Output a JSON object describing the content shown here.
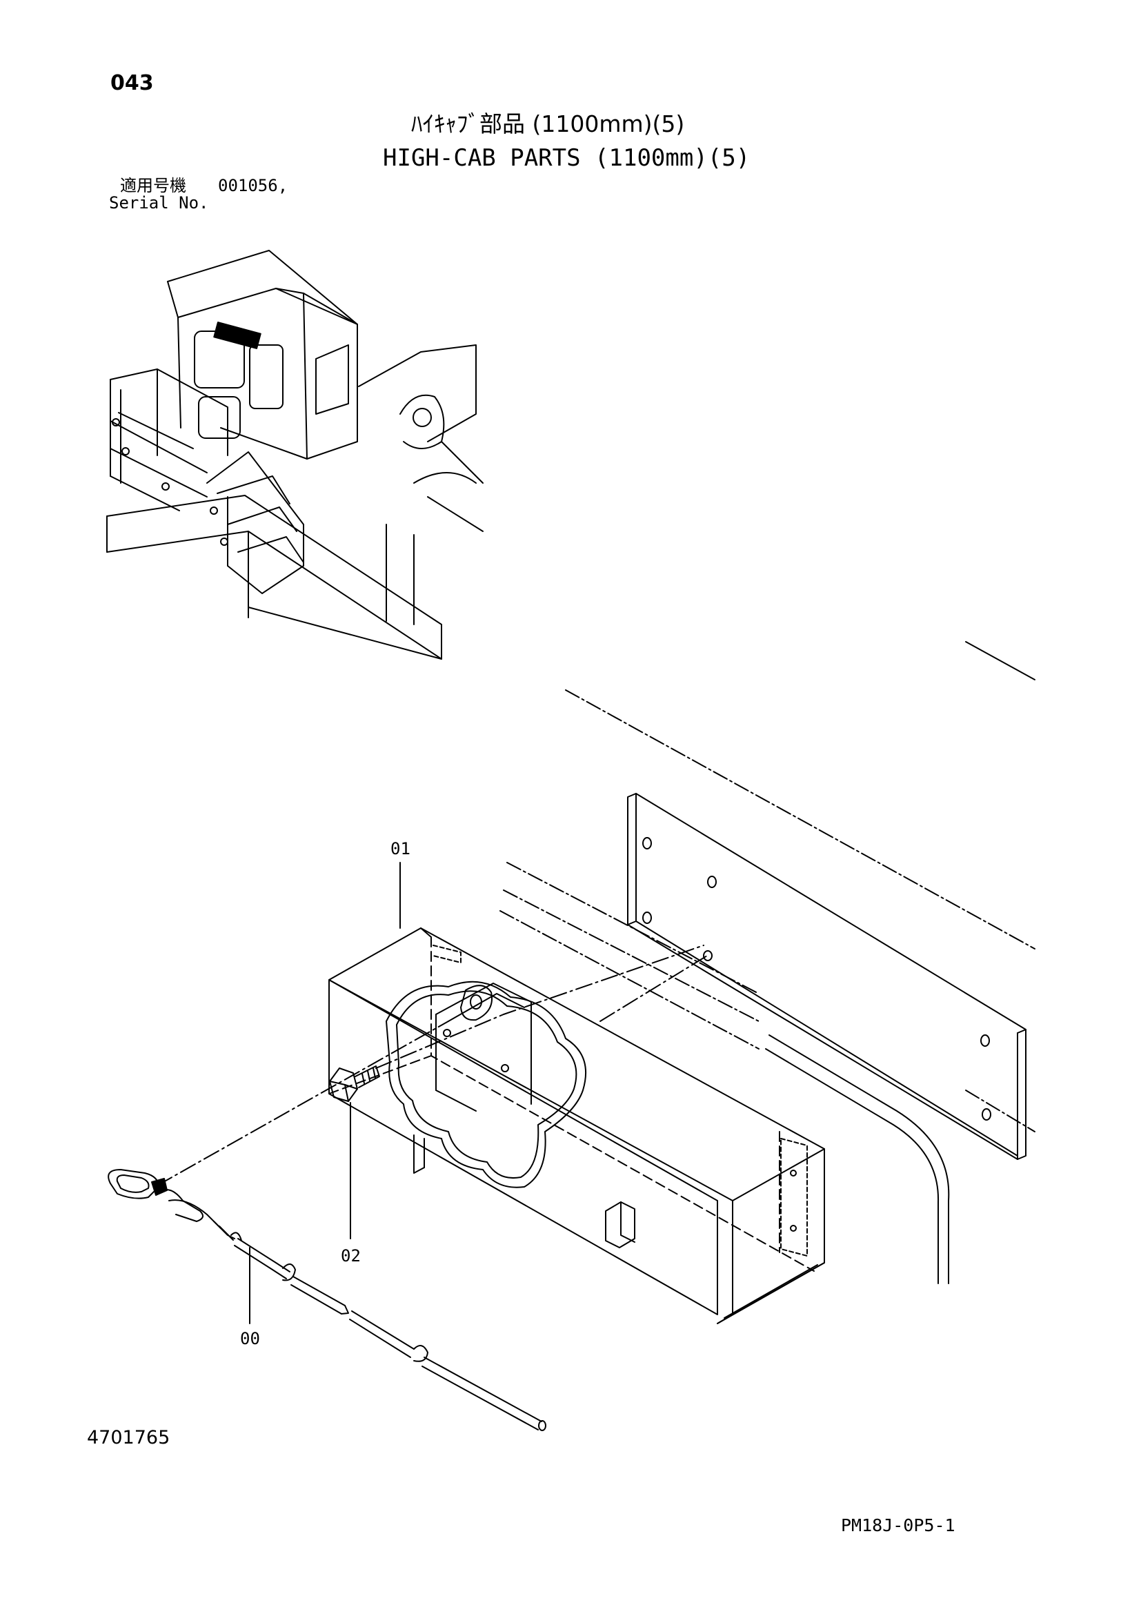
{
  "header": {
    "page_number": "043",
    "title_jp": "ﾊｲｷｬﾌﾞ部品 (1100mm)(5)",
    "title_en": "HIGH-CAB PARTS (1100mm)(5)",
    "serial_label_jp": "適用号機",
    "serial_value": "001056,",
    "serial_label_en": "Serial No."
  },
  "callouts": {
    "part_01": "01",
    "part_02": "02",
    "part_00": "00"
  },
  "footer": {
    "doc_number": "4701765",
    "page_code": "PM18J-0P5-1"
  }
}
